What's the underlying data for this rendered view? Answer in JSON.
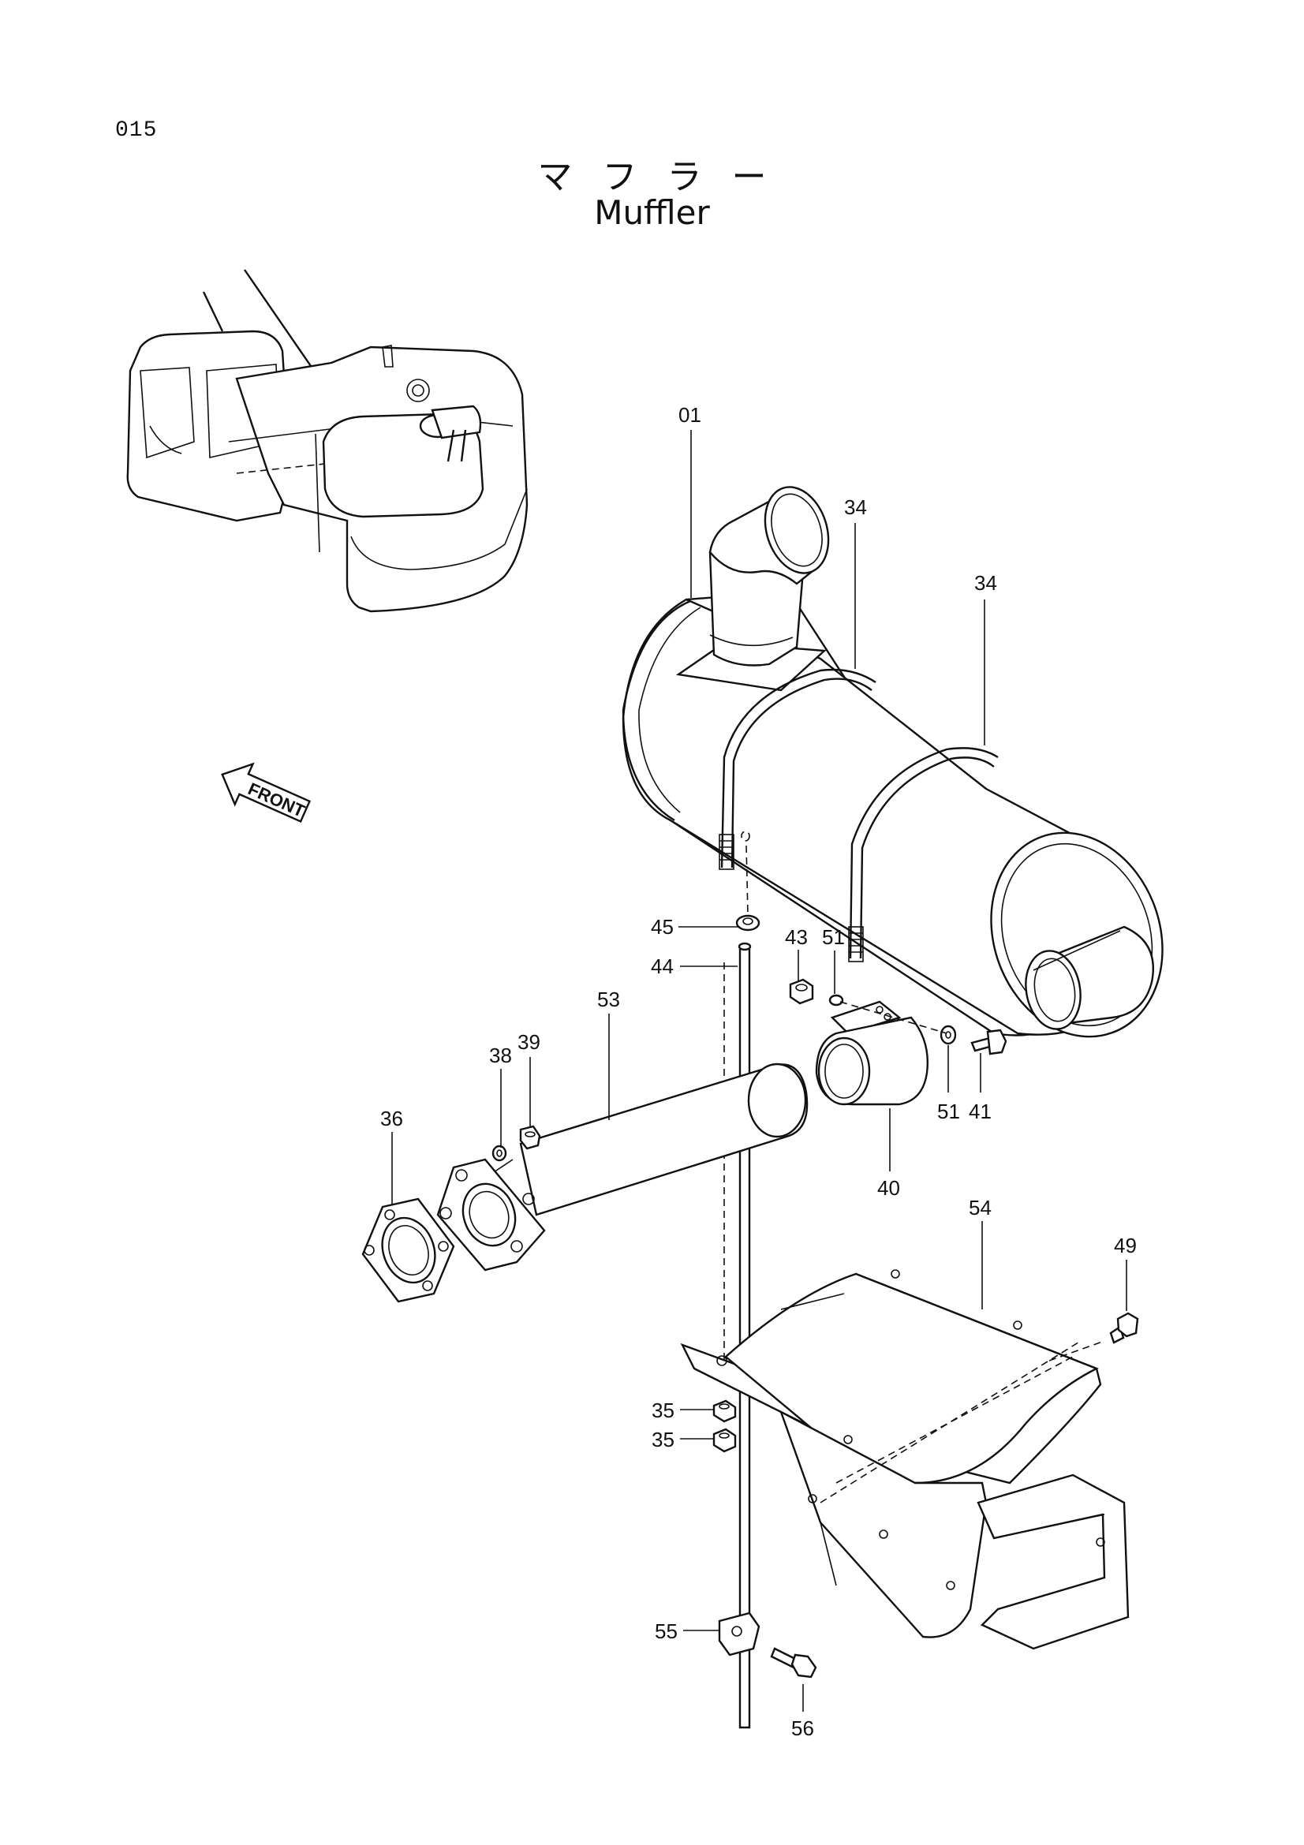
{
  "page": {
    "number": "015"
  },
  "title": {
    "japanese": "マフラー",
    "english": "Muffler"
  },
  "front_arrow": {
    "label": "FRONT"
  },
  "callouts": [
    {
      "id": "01",
      "label": "01"
    },
    {
      "id": "34a",
      "label": "34"
    },
    {
      "id": "34b",
      "label": "34"
    },
    {
      "id": "45",
      "label": "45"
    },
    {
      "id": "44",
      "label": "44"
    },
    {
      "id": "43",
      "label": "43"
    },
    {
      "id": "51a",
      "label": "51"
    },
    {
      "id": "51b",
      "label": "51"
    },
    {
      "id": "41",
      "label": "41"
    },
    {
      "id": "53",
      "label": "53"
    },
    {
      "id": "38",
      "label": "38"
    },
    {
      "id": "39",
      "label": "39"
    },
    {
      "id": "36",
      "label": "36"
    },
    {
      "id": "40",
      "label": "40"
    },
    {
      "id": "54",
      "label": "54"
    },
    {
      "id": "49",
      "label": "49"
    },
    {
      "id": "35a",
      "label": "35"
    },
    {
      "id": "35b",
      "label": "35"
    },
    {
      "id": "55",
      "label": "55"
    },
    {
      "id": "56",
      "label": "56"
    }
  ]
}
